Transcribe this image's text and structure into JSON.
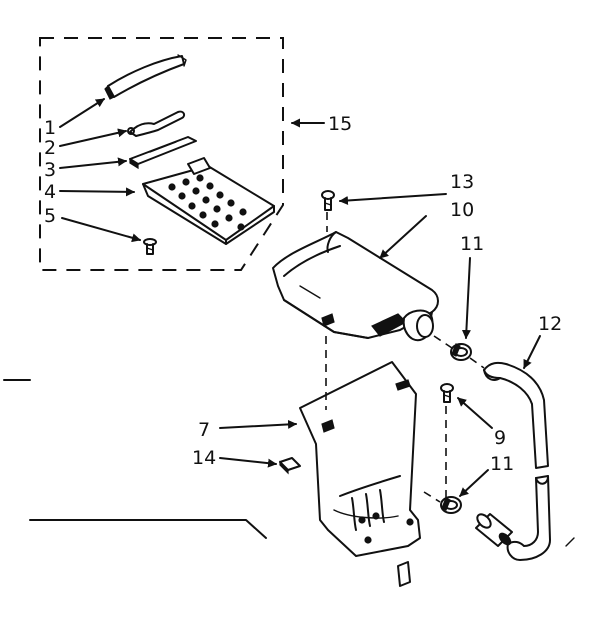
{
  "callouts": {
    "c1": "1",
    "c2": "2",
    "c3": "3",
    "c4": "4",
    "c5": "5",
    "c7": "7",
    "c9": "9",
    "c10": "10",
    "c11a": "11",
    "c11b": "11",
    "c12": "12",
    "c13": "13",
    "c14": "14",
    "c15": "15"
  },
  "colors": {
    "ink": "#111111",
    "paper": "#ffffff"
  }
}
